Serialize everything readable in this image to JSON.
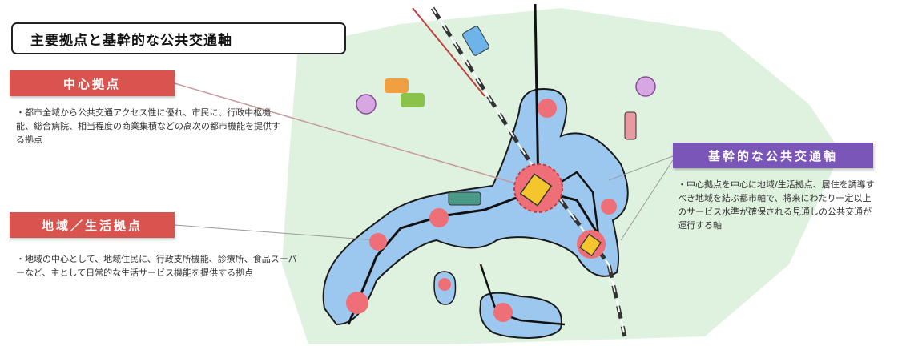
{
  "title": "主要拠点と基幹的な公共交通軸",
  "center_hub": {
    "label": "中心拠点",
    "description": "・都市全域から公共交通アクセス性に優れ、市民に、行政中枢機能、総合病院、相当程度の商業集積などの高次の都市機能を提供する拠点"
  },
  "regional_hub": {
    "label": "地域／生活拠点",
    "description": "・地域の中心として、地域住民に、行政支所機能、診療所、食品スーパーなど、主として日常的な生活サービス機能を提供する拠点"
  },
  "trunk_axis": {
    "label": "基幹的な公共交通軸",
    "description": "・中心拠点を中心に地域/生活拠点、居住を誘導すべき地域を結ぶ都市軸で、将来にわたり一定以上のサービス水準が確保される見通しの公共交通が運行する軸"
  },
  "colors": {
    "center_label": "#d9544f",
    "trunk_label": "#7a56b8",
    "urban_area": "#9cc8ef",
    "background_area": "#dff2df",
    "hub": "#ee6f78"
  }
}
